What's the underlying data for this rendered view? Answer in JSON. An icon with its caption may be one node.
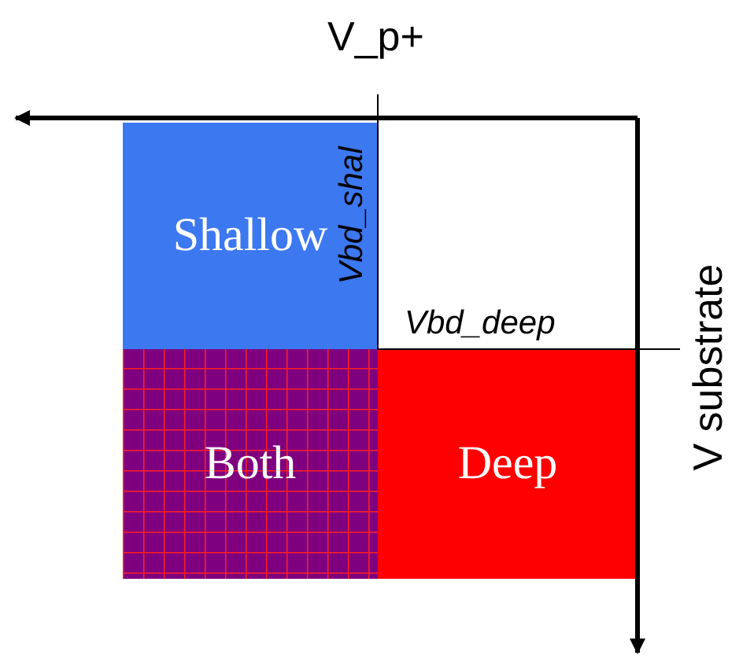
{
  "diagram": {
    "nodes": [
      {
        "text": [
          "Shallow"
        ]
      },
      {
        "text": [
          "Both"
        ]
      },
      {
        "text": [
          "Deep"
        ]
      }
    ],
    "labels": [
      "V_p+",
      "Vbd_shal",
      "Vbd_deep",
      "V substrate"
    ]
  }
}
